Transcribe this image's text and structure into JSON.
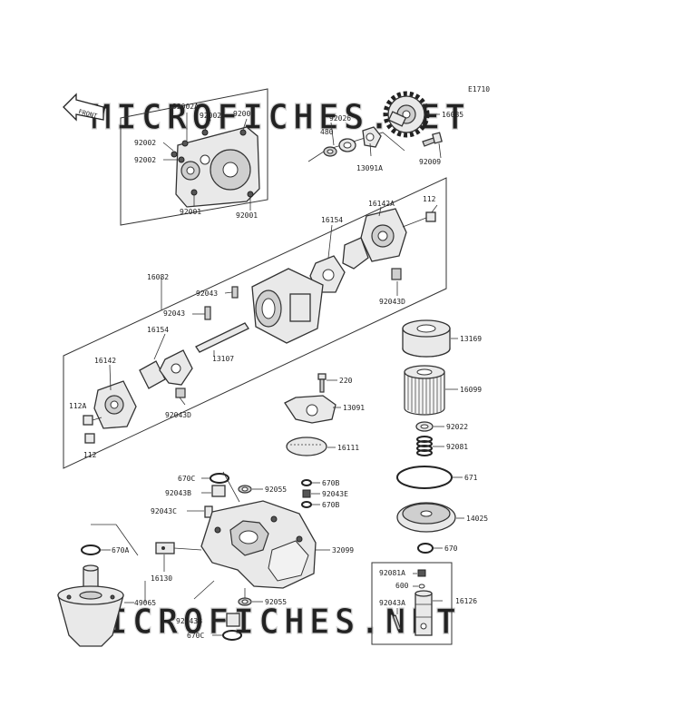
{
  "diagram": {
    "ref_code": "E1710",
    "direction_label": "FRONT",
    "watermark": "MICROFICHES.NET",
    "colors": {
      "ink": "#222222",
      "watermark": "#d4d4d4",
      "part_fill": "#e9e9e9"
    }
  },
  "labels": {
    "p92002A": "92002A",
    "p92002_a": "92002",
    "p92001_a": "92001",
    "p92002_b": "92002",
    "p92002_c": "92002",
    "p92001_b": "92001",
    "p92001_c": "92001",
    "p92026": "92026",
    "p480": "480",
    "p13091A": "13091A",
    "p16085": "16085",
    "p92009": "92009",
    "p16142A": "16142A",
    "p112_top": "112",
    "p16154_top": "16154",
    "p16082": "16082",
    "p92043_top": "92043",
    "p92043D_top": "92043D",
    "p92043_mid": "92043",
    "p16154_left": "16154",
    "p16142": "16142",
    "p13107": "13107",
    "p112A": "112A",
    "p92043D_left": "92043D",
    "p112_left": "112",
    "p13169": "13169",
    "p220": "220",
    "p13091": "13091",
    "p16099": "16099",
    "p92022": "92022",
    "p16111": "16111",
    "p92081": "92081",
    "p670C_top": "670C",
    "p92043B_top": "92043B",
    "p92055_top": "92055",
    "p670B_a": "670B",
    "p92043E": "92043E",
    "p670B_b": "670B",
    "p671": "671",
    "p92043C": "92043C",
    "p14025": "14025",
    "p670A": "670A",
    "p32099": "32099",
    "p670": "670",
    "p16130": "16130",
    "p92081A": "92081A",
    "p600": "600",
    "p49065": "49065",
    "p92055_bot": "92055",
    "p92043A": "92043A",
    "p16126": "16126",
    "p92043B_bot": "92043B",
    "p670C_bot": "670C"
  }
}
